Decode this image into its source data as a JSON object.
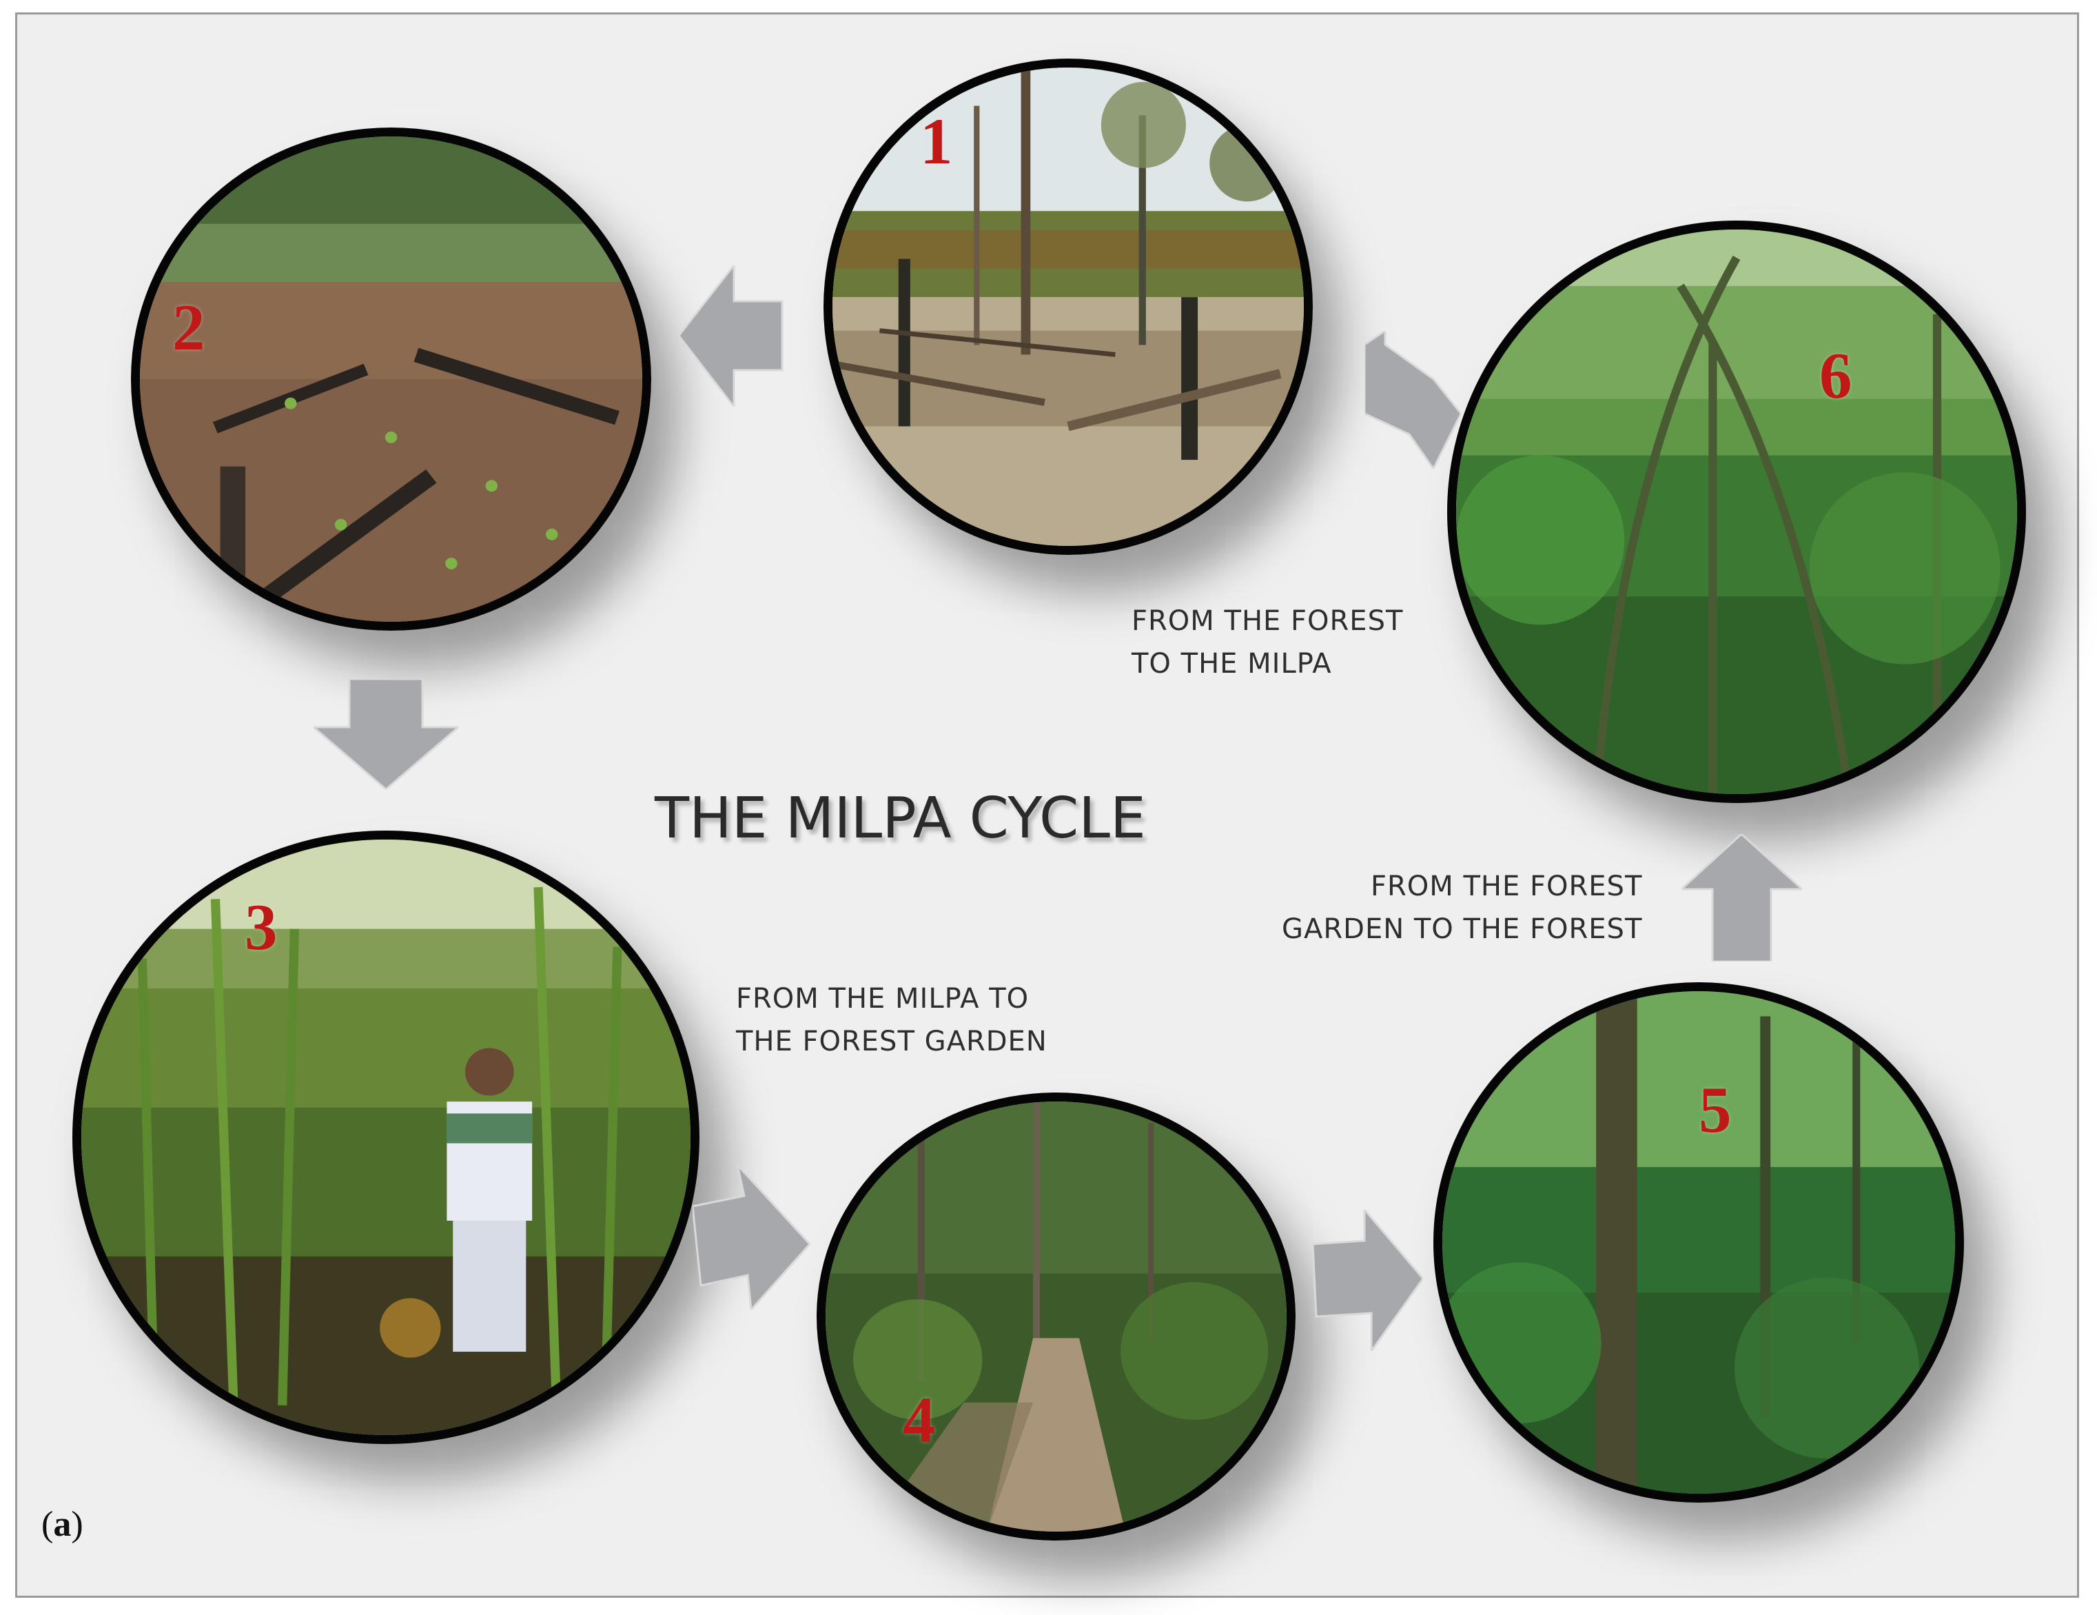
{
  "title": "THE MILPA CYCLE",
  "panel_tag": {
    "open": "(",
    "letter": "a",
    "close": ")"
  },
  "stages": [
    {
      "number": "1",
      "scene": "slash-and-burn forest clearing"
    },
    {
      "number": "2",
      "scene": "burned field with young maize"
    },
    {
      "number": "3",
      "scene": "mature maize milpa with farmer"
    },
    {
      "number": "4",
      "scene": "forest garden path"
    },
    {
      "number": "5",
      "scene": "mature rainforest"
    },
    {
      "number": "6",
      "scene": "regenerated forest"
    }
  ],
  "labels": {
    "forest_to_milpa": "FROM THE FOREST\nTO THE MILPA",
    "milpa_to_forest_garden": "FROM THE MILPA TO\nTHE FOREST GARDEN",
    "forest_garden_to_forest": "FROM THE FOREST\nGARDEN TO THE FOREST"
  },
  "colors": {
    "arrow": "#a6a8ab",
    "number": "#c01717",
    "ring": "#050505"
  }
}
